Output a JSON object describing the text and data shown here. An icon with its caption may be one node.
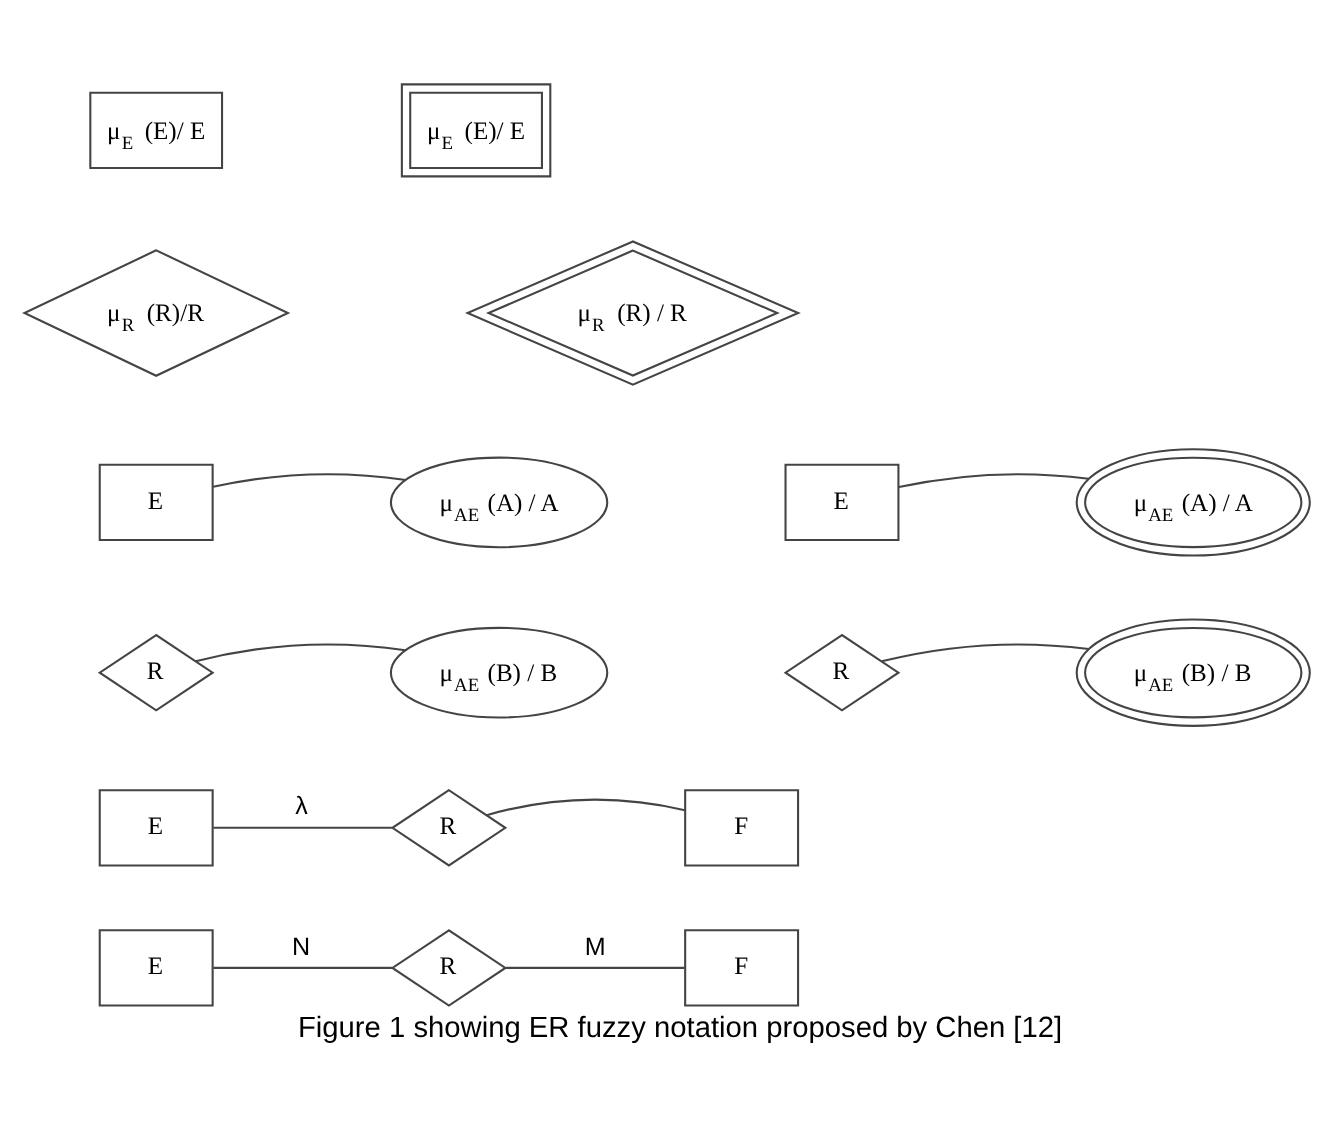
{
  "diagram": {
    "caption": "Figure 1 showing ER fuzzy notation proposed by Chen [12]",
    "nodes": [
      {
        "text": [
          "μ$_{E}$ (E)/ E"
        ]
      },
      {
        "text": [
          "μ$_{E}$ (E)/ E"
        ]
      },
      {
        "text": [
          "μ$_{R}$ (R)/R"
        ]
      },
      {
        "text": [
          "μ$_{R}$ (R) / R"
        ]
      },
      {
        "text": [
          "E"
        ]
      },
      {
        "text": [
          "μ$_{AE}$ (A) / A"
        ]
      },
      {
        "text": [
          "E"
        ]
      },
      {
        "text": [
          "μ$_{AE}$ (A) / A"
        ]
      },
      {
        "text": [
          "R"
        ]
      },
      {
        "text": [
          "μ$_{AE}$ (B) / B"
        ]
      },
      {
        "text": [
          "R"
        ]
      },
      {
        "text": [
          "μ$_{AE}$ (B) / B"
        ]
      },
      {
        "text": [
          "E"
        ]
      },
      {
        "text": [
          "R"
        ]
      },
      {
        "text": [
          "F"
        ]
      },
      {
        "text": [
          "E"
        ]
      },
      {
        "text": [
          "R"
        ]
      },
      {
        "text": [
          "F"
        ]
      }
    ],
    "edges": [
      {
        "from": 4,
        "to": 5,
        "arrow": "none"
      },
      {
        "from": 6,
        "to": 7,
        "arrow": "none"
      },
      {
        "from": 8,
        "to": 9,
        "arrow": "none"
      },
      {
        "from": 10,
        "to": 11,
        "arrow": "none"
      },
      {
        "from": 12,
        "to": 13,
        "arrow": "none",
        "label": "λ"
      },
      {
        "from": 13,
        "to": 14,
        "arrow": "none"
      },
      {
        "from": 15,
        "to": 16,
        "arrow": "none",
        "label": "N"
      },
      {
        "from": 16,
        "to": 17,
        "arrow": "none",
        "label": "M"
      }
    ]
  }
}
